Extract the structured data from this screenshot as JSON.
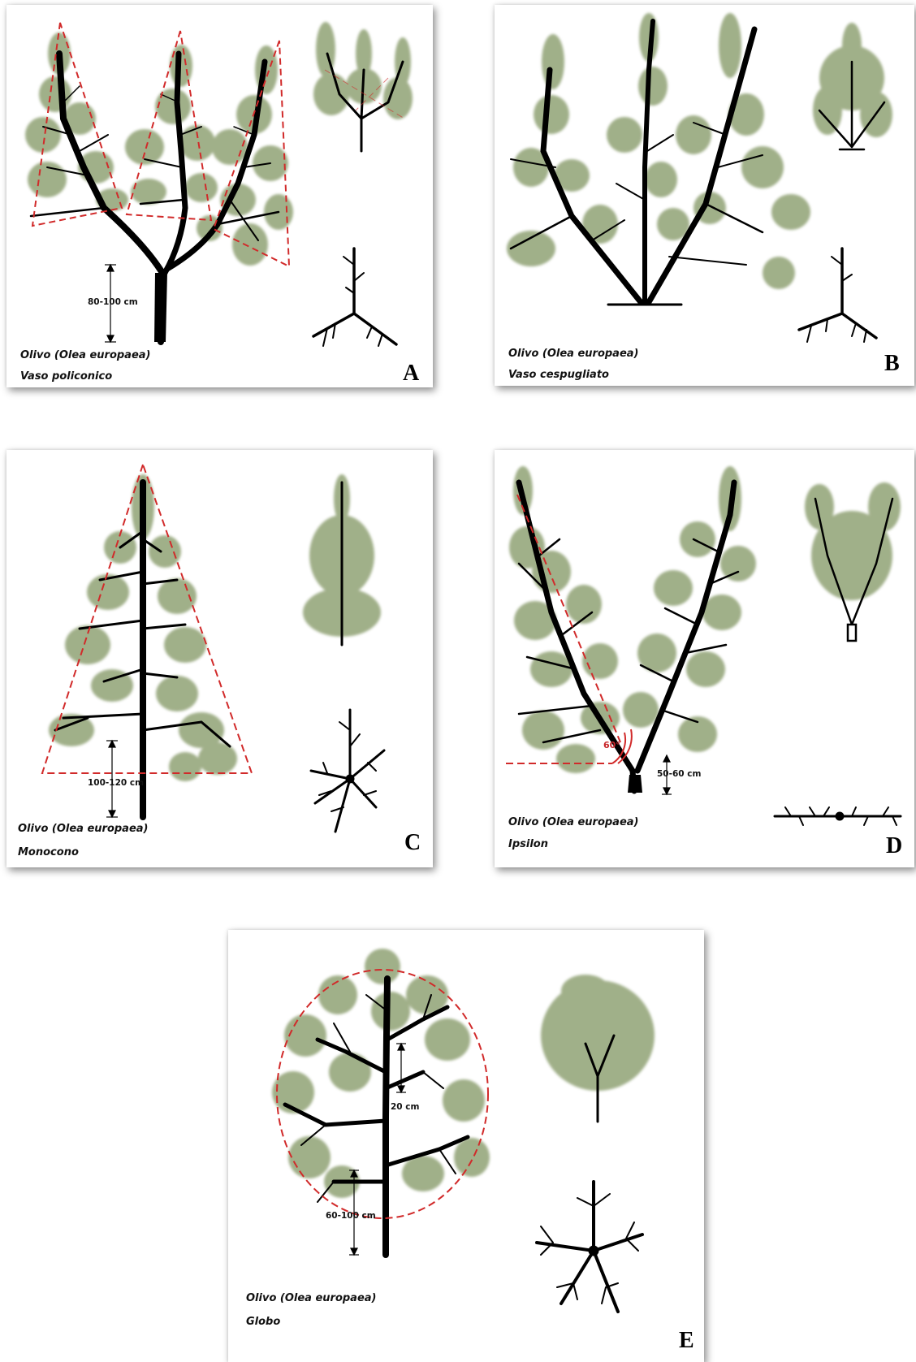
{
  "colors": {
    "foliage": "#8c9f70",
    "foliage_light": "#a7b78c",
    "trunk": "#000000",
    "guide": "#d12a2a"
  },
  "panels": {
    "A": {
      "letter": "A",
      "species": "Olivo (Olea europaea)",
      "form": "Vaso policonico",
      "dims": [
        "80-100 cm"
      ]
    },
    "B": {
      "letter": "B",
      "species": "Olivo (Olea europaea)",
      "form": "Vaso cespugliato",
      "dims": []
    },
    "C": {
      "letter": "C",
      "species": "Olivo (Olea europaea)",
      "form": "Monocono",
      "dims": [
        "100-120 cm"
      ]
    },
    "D": {
      "letter": "D",
      "species": "Olivo (Olea europaea)",
      "form": "Ipsilon",
      "dims": [
        "50-60 cm"
      ],
      "angle": "60°"
    },
    "E": {
      "letter": "E",
      "species": "Olivo (Olea europaea)",
      "form": "Globo",
      "dims": [
        "20 cm",
        "60-100 cm"
      ]
    }
  },
  "icons": [
    "tree-side-view-icon",
    "tree-canopy-preview-icon",
    "tree-top-view-icon"
  ]
}
